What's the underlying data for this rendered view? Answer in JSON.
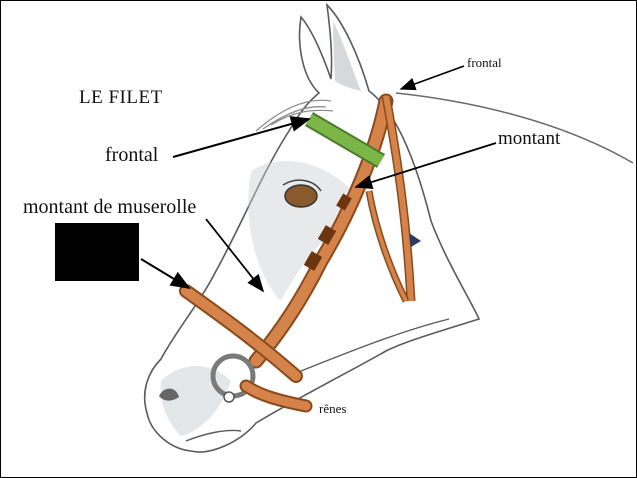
{
  "title": "LE FILET",
  "labels": {
    "frontal_top": "frontal",
    "frontal_left": "frontal",
    "montant": "montant",
    "montant_muserolle": "montant de muserolle",
    "renes": "rênes"
  },
  "colors": {
    "leather": "#d4834a",
    "leather_dark": "#8a4a1c",
    "browband_green": "#7ab648",
    "outline": "#5a5a5a",
    "shade": "#c9cfd3",
    "redaction": "#000000"
  }
}
